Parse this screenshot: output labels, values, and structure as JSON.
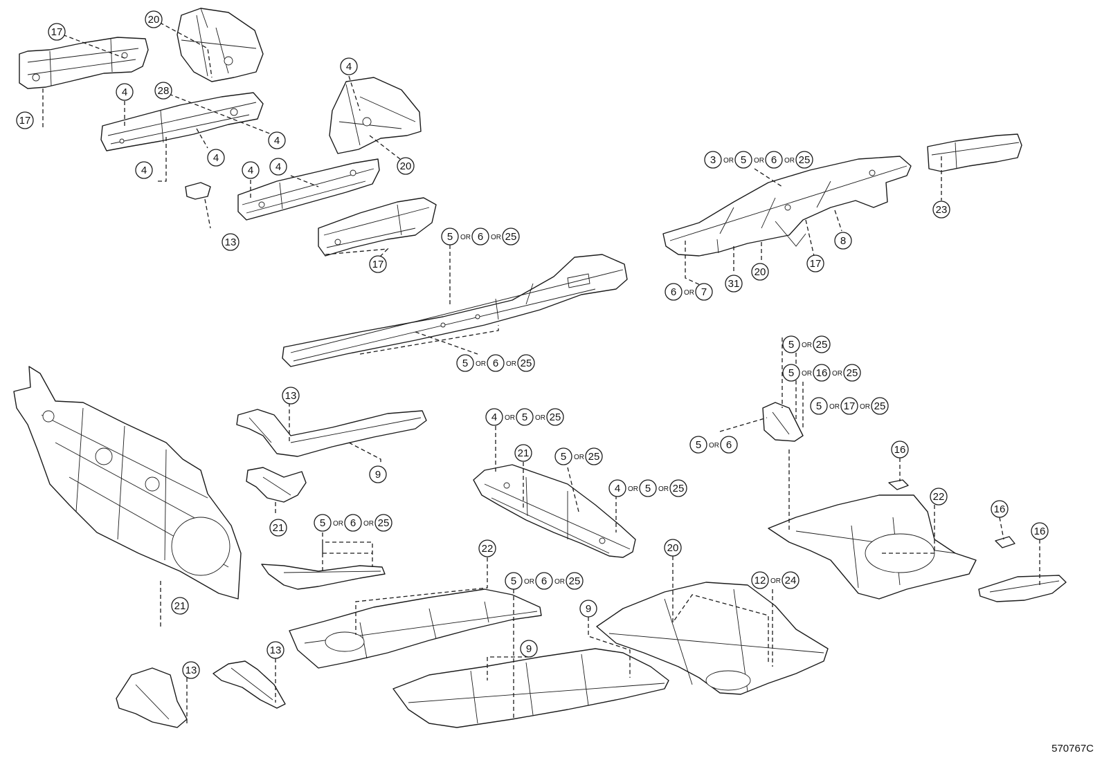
{
  "figure_code": "570767C",
  "callouts": [
    {
      "labels": [
        "17"
      ]
    },
    {
      "labels": [
        "17"
      ]
    },
    {
      "labels": [
        "20"
      ]
    },
    {
      "labels": [
        "4"
      ]
    },
    {
      "labels": [
        "28"
      ]
    },
    {
      "labels": [
        "4"
      ]
    },
    {
      "labels": [
        "4"
      ]
    },
    {
      "labels": [
        "4"
      ]
    },
    {
      "labels": [
        "4"
      ]
    },
    {
      "labels": [
        "4"
      ]
    },
    {
      "labels": [
        "4"
      ]
    },
    {
      "labels": [
        "20"
      ]
    },
    {
      "labels": [
        "13"
      ]
    },
    {
      "labels": [
        "17"
      ]
    },
    {
      "labels": [
        "5",
        "6",
        "25"
      ]
    },
    {
      "labels": [
        "3",
        "5",
        "6",
        "25"
      ]
    },
    {
      "labels": [
        "23"
      ]
    },
    {
      "labels": [
        "8"
      ]
    },
    {
      "labels": [
        "31"
      ]
    },
    {
      "labels": [
        "20"
      ]
    },
    {
      "labels": [
        "17"
      ]
    },
    {
      "labels": [
        "6",
        "7"
      ]
    },
    {
      "labels": [
        "5",
        "6",
        "25"
      ]
    },
    {
      "labels": [
        "13"
      ]
    },
    {
      "labels": [
        "9"
      ]
    },
    {
      "labels": [
        "21"
      ]
    },
    {
      "labels": [
        "5",
        "6",
        "25"
      ]
    },
    {
      "labels": [
        "4",
        "5",
        "25"
      ]
    },
    {
      "labels": [
        "21"
      ]
    },
    {
      "labels": [
        "5",
        "25"
      ]
    },
    {
      "labels": [
        "4",
        "5",
        "25"
      ]
    },
    {
      "labels": [
        "5",
        "25"
      ]
    },
    {
      "labels": [
        "5",
        "16",
        "25"
      ]
    },
    {
      "labels": [
        "5",
        "17",
        "25"
      ]
    },
    {
      "labels": [
        "5",
        "6"
      ]
    },
    {
      "labels": [
        "16"
      ]
    },
    {
      "labels": [
        "22"
      ]
    },
    {
      "labels": [
        "16"
      ]
    },
    {
      "labels": [
        "16"
      ]
    },
    {
      "labels": [
        "21"
      ]
    },
    {
      "labels": [
        "22"
      ]
    },
    {
      "labels": [
        "5",
        "6",
        "25"
      ]
    },
    {
      "labels": [
        "20"
      ]
    },
    {
      "labels": [
        "12",
        "24"
      ]
    },
    {
      "labels": [
        "9"
      ]
    },
    {
      "labels": [
        "9"
      ]
    },
    {
      "labels": [
        "13"
      ]
    },
    {
      "labels": [
        "13"
      ]
    }
  ],
  "or_word": "OR"
}
